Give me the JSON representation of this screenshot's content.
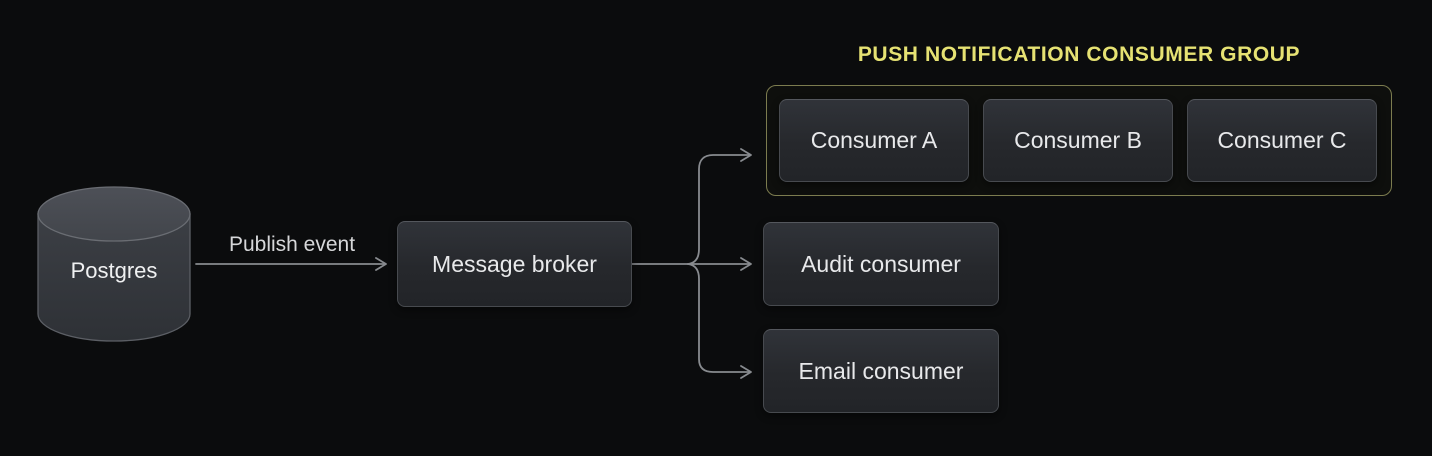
{
  "nodes": {
    "postgres": {
      "label": "Postgres",
      "shape": "cylinder"
    },
    "message_broker": {
      "label": "Message broker"
    },
    "consumer_a": {
      "label": "Consumer A"
    },
    "consumer_b": {
      "label": "Consumer B"
    },
    "consumer_c": {
      "label": "Consumer C"
    },
    "audit_consumer": {
      "label": "Audit consumer"
    },
    "email_consumer": {
      "label": "Email consumer"
    }
  },
  "group": {
    "title": "PUSH NOTIFICATION CONSUMER GROUP",
    "members": [
      "Consumer A",
      "Consumer B",
      "Consumer C"
    ]
  },
  "edges": [
    {
      "from": "postgres",
      "to": "message_broker",
      "label": "Publish event"
    },
    {
      "from": "message_broker",
      "to": "push_notification_consumer_group",
      "label": ""
    },
    {
      "from": "message_broker",
      "to": "audit_consumer",
      "label": ""
    },
    {
      "from": "message_broker",
      "to": "email_consumer",
      "label": ""
    }
  ],
  "colors": {
    "background": "#0b0c0d",
    "node_fill_top": "#303339",
    "node_fill_bottom": "#222428",
    "node_border": "#474a4f",
    "node_text": "#e8e9eb",
    "connector": "#888b8f",
    "group_border": "#7c7c4f",
    "group_title": "#e6e273",
    "cylinder_top": "#474a50",
    "cylinder_body": "#35383d"
  }
}
